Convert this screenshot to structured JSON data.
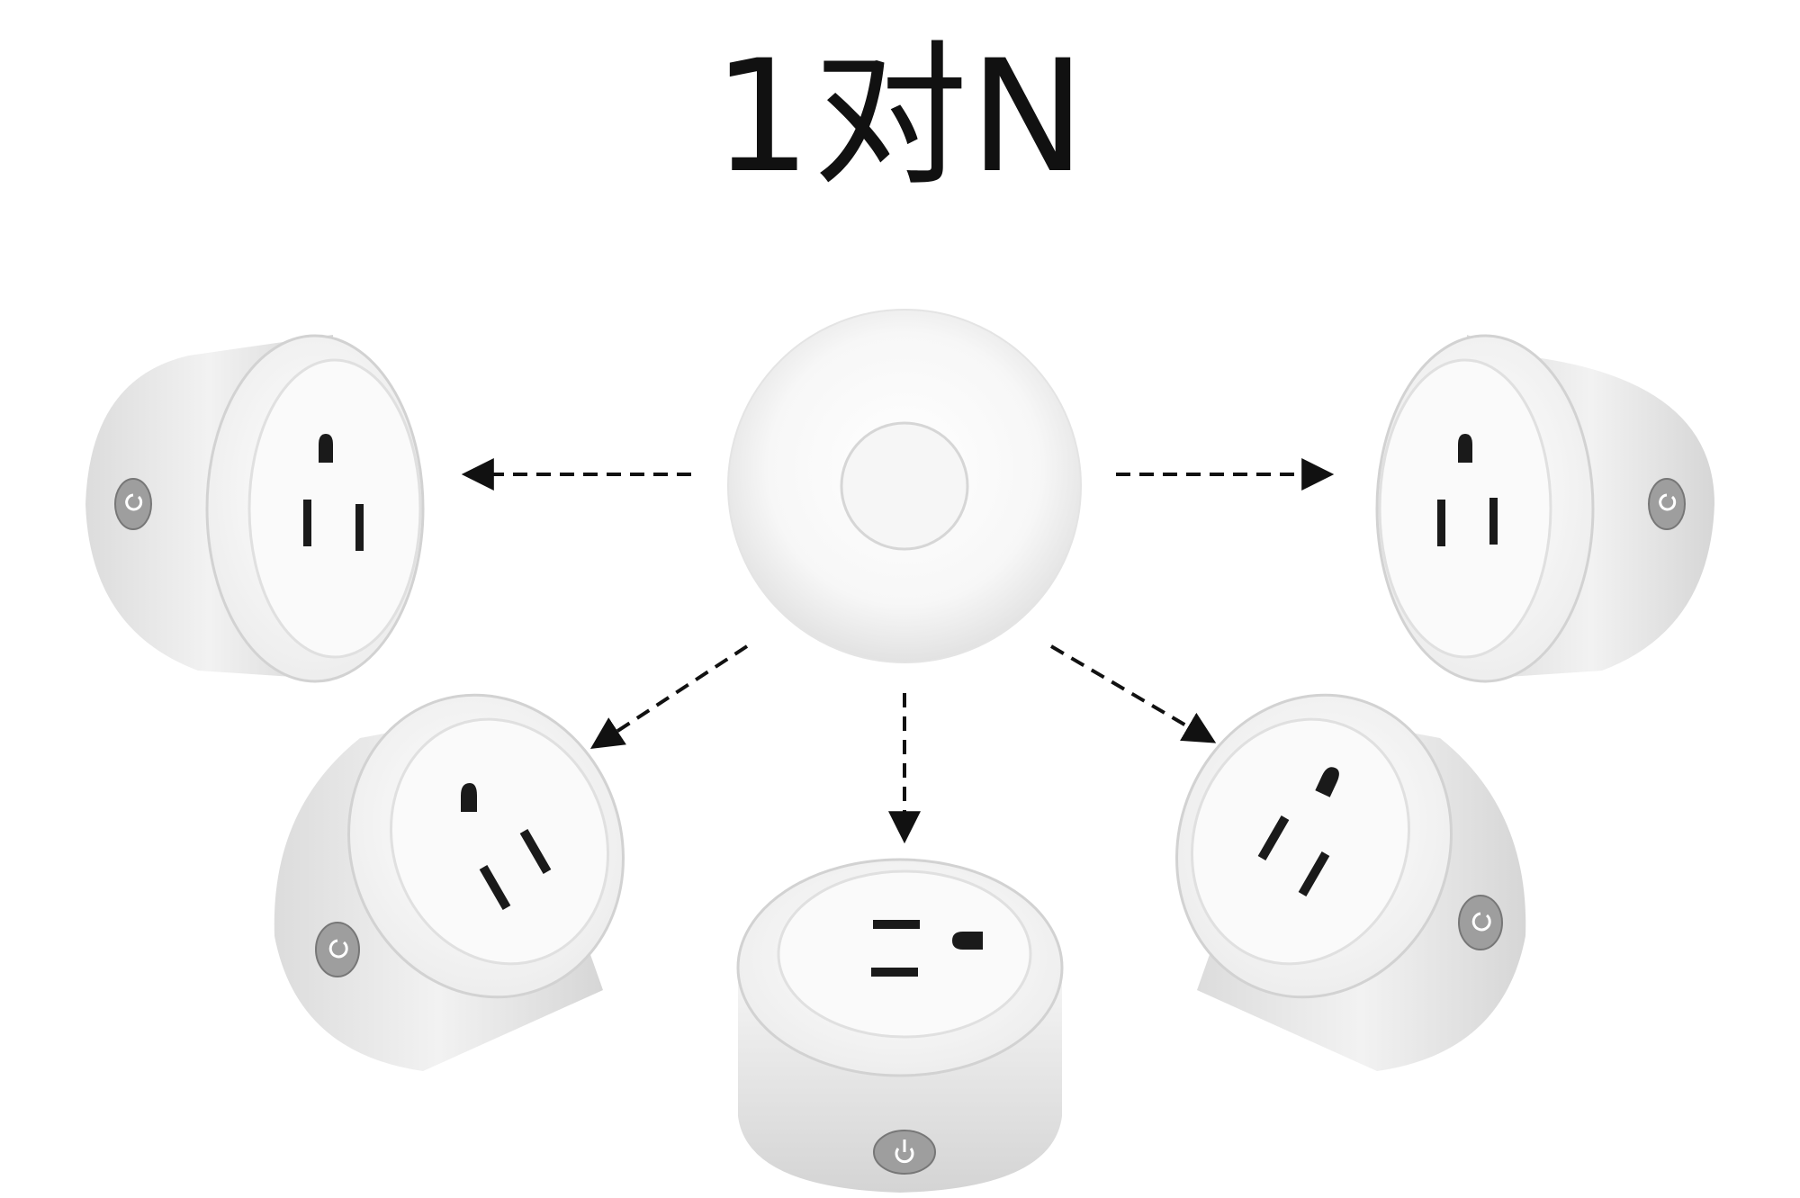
{
  "title": "1对N",
  "hub": {
    "name": "remote-controller"
  },
  "plugs": [
    {
      "id": "plug-left"
    },
    {
      "id": "plug-right"
    },
    {
      "id": "plug-lower-left"
    },
    {
      "id": "plug-bottom"
    },
    {
      "id": "plug-lower-right"
    }
  ],
  "colors": {
    "ink": "#111111",
    "body": "#efefef",
    "face": "#fbfbfb",
    "edge": "#d8d8d8",
    "button": "#9a9a9a"
  }
}
